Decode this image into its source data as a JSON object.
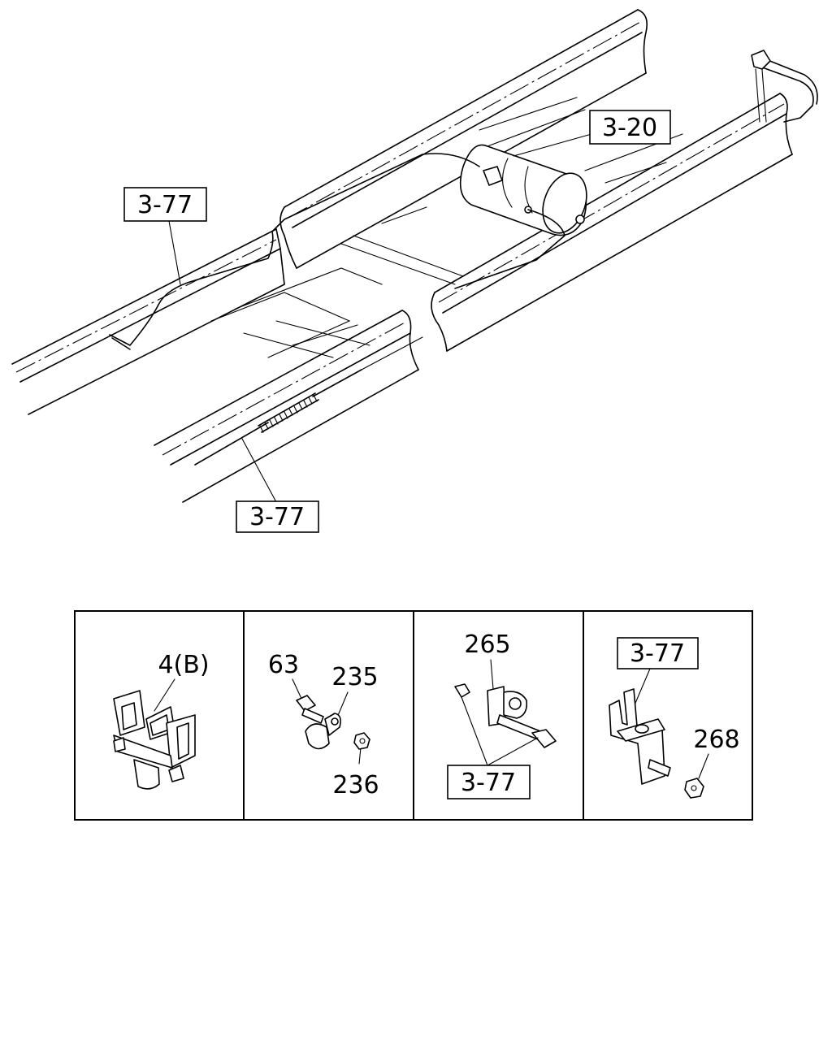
{
  "labels": {
    "ref_3_77_upper": "3-77",
    "ref_3_20": "3-20",
    "ref_3_77_lower": "3-77"
  },
  "panels": [
    {
      "callouts": [
        "4(B)"
      ]
    },
    {
      "callouts": [
        "63",
        "235",
        "236"
      ]
    },
    {
      "callouts": [
        "265",
        "3-77"
      ]
    },
    {
      "callouts": [
        "3-77",
        "268"
      ]
    }
  ]
}
